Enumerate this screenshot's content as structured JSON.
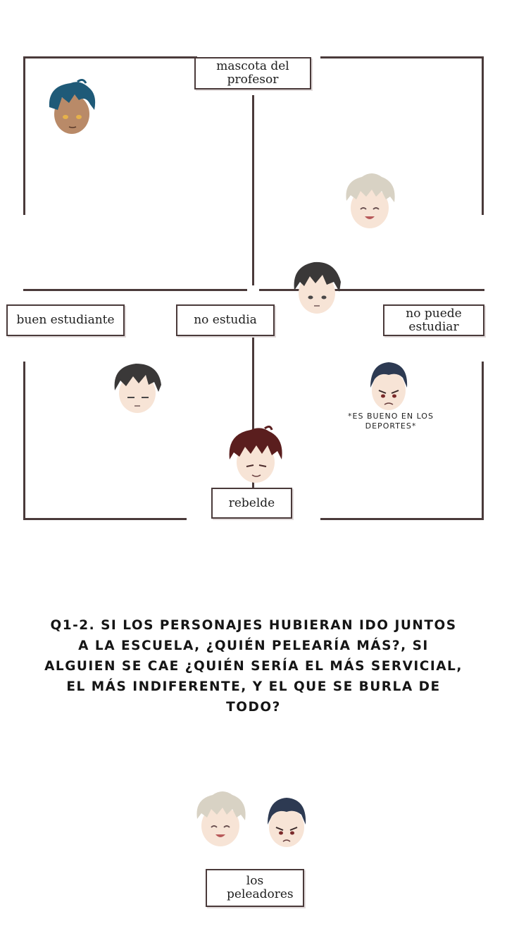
{
  "chart": {
    "axis_top": "mascota del profesor",
    "axis_bottom": "rebelde",
    "axis_left": "buen estudiante",
    "axis_center": "no estudia",
    "axis_right": "no puede estudiar",
    "note": "*ES BUENO EN LOS DEPORTES*"
  },
  "question": "Q1-2. SI LOS PERSONAJES HUBIERAN IDO JUNTOS A LA ESCUELA, ¿QUIÉN PELEARÍA MÁS?, SI ALGUIEN SE CAE ¿QUIÉN SERÍA EL MÁS SERVICIAL, EL MÁS INDIFERENTE, Y EL QUE SE BURLA DE TODO?",
  "answer_label": "los peleadores",
  "colors": {
    "line": "#4a3a3a",
    "blue_hair": "#1f5a78",
    "blond_hair": "#d8d2c4",
    "dark_hair": "#3a3838",
    "navy_hair": "#2d3a52",
    "red_hair": "#5a1e1e",
    "skin": "#f7e4d6",
    "tan_skin": "#b98a68"
  }
}
